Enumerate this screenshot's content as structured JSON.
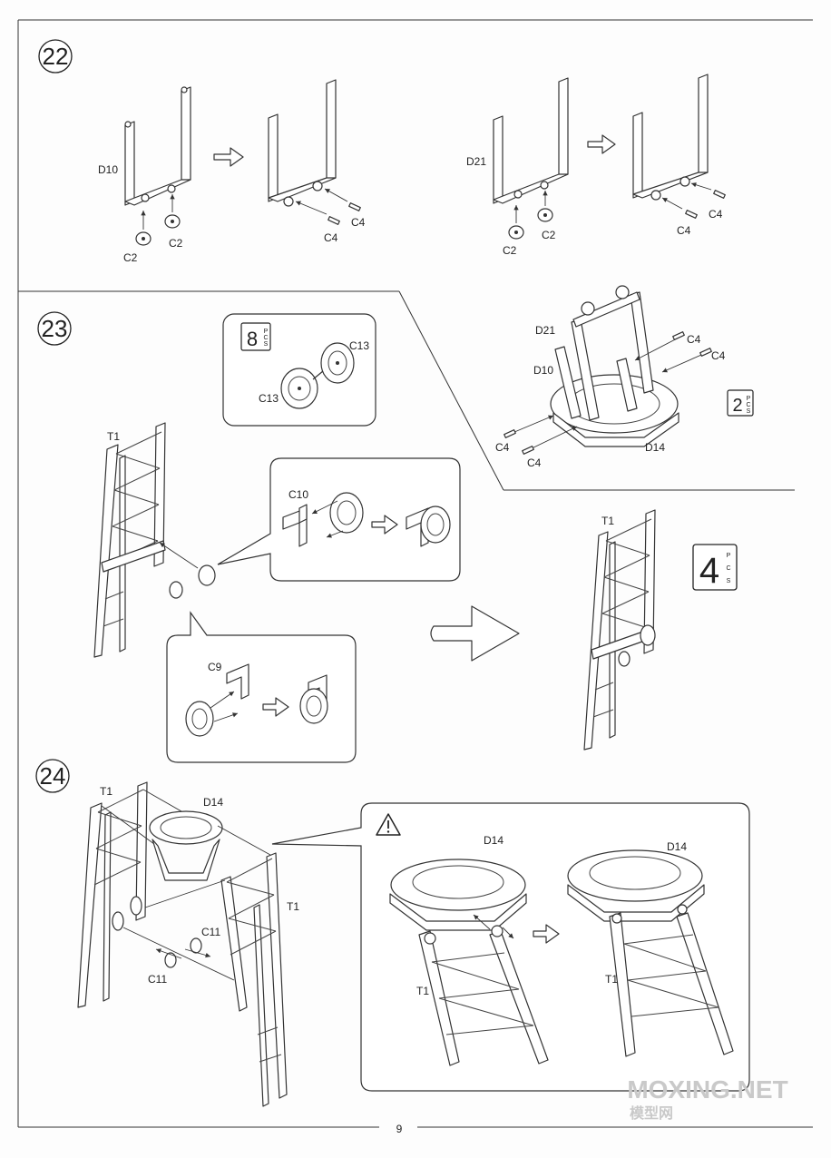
{
  "page_number": "9",
  "watermark": {
    "main": "MOXING.NET",
    "sub": "模型网"
  },
  "steps": {
    "s22": {
      "number": "22",
      "labels": {
        "d10": "D10",
        "d21": "D21",
        "c2": "C2",
        "c4": "C4"
      }
    },
    "s23": {
      "number": "23",
      "box_pcs_8": {
        "count": "8",
        "unit": "PCS",
        "c13": "C13"
      },
      "subassembly_right": {
        "d21": "D21",
        "d10": "D10",
        "c4": "C4",
        "d14": "D14",
        "pcs_count": "2",
        "pcs_unit": "PCS"
      },
      "t1": "T1",
      "c10": "C10",
      "c9": "C9",
      "pcs_4": {
        "count": "4",
        "unit": "PCS"
      }
    },
    "s24": {
      "number": "24",
      "t1": "T1",
      "d14": "D14",
      "c11": "C11",
      "warning_icon": "warning-triangle-icon"
    }
  }
}
